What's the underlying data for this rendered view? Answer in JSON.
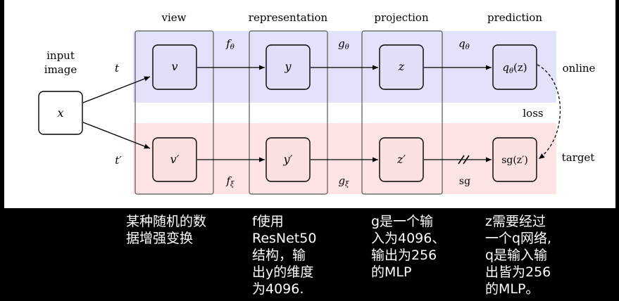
{
  "diagram": {
    "column_headers": {
      "view": "view",
      "representation": "representation",
      "projection": "projection",
      "prediction": "prediction"
    },
    "input": {
      "label_line1": "input",
      "label_line2": "image",
      "node": "x"
    },
    "augment_labels": {
      "online": "t",
      "target": "t′"
    },
    "online": {
      "view": "v",
      "representation": "y",
      "projection": "z",
      "prediction_prefix": "q",
      "prediction_sub": "θ",
      "prediction_arg": "(z)",
      "edge_f": "f",
      "edge_f_sub": "θ",
      "edge_g": "g",
      "edge_g_sub": "θ",
      "edge_q": "q",
      "edge_q_sub": "θ",
      "row_label": "online"
    },
    "target": {
      "view": "v′",
      "representation": "y′",
      "projection": "z′",
      "prediction": "sg(z′)",
      "edge_f": "f",
      "edge_f_sub": "ξ",
      "edge_g": "g",
      "edge_g_sub": "ξ",
      "edge_sg": "sg",
      "row_label": "target"
    },
    "loss_label": "loss",
    "colors": {
      "online_band": "#e2e2fb",
      "target_band": "#fde3e3",
      "online_box": "#dfdff8",
      "target_box": "#fbe0e0"
    }
  },
  "captions": {
    "view": "某种随机的数\n据增强变换",
    "representation": "f使用\nResNet50\n结构，输\n出y的维度\n为4096.",
    "projection": "g是一个输\n入为4096、\n输出为256\n的MLP",
    "prediction": "z需要经过\n一个q网络,\nq是输入输\n出皆为256\n的MLP。"
  }
}
